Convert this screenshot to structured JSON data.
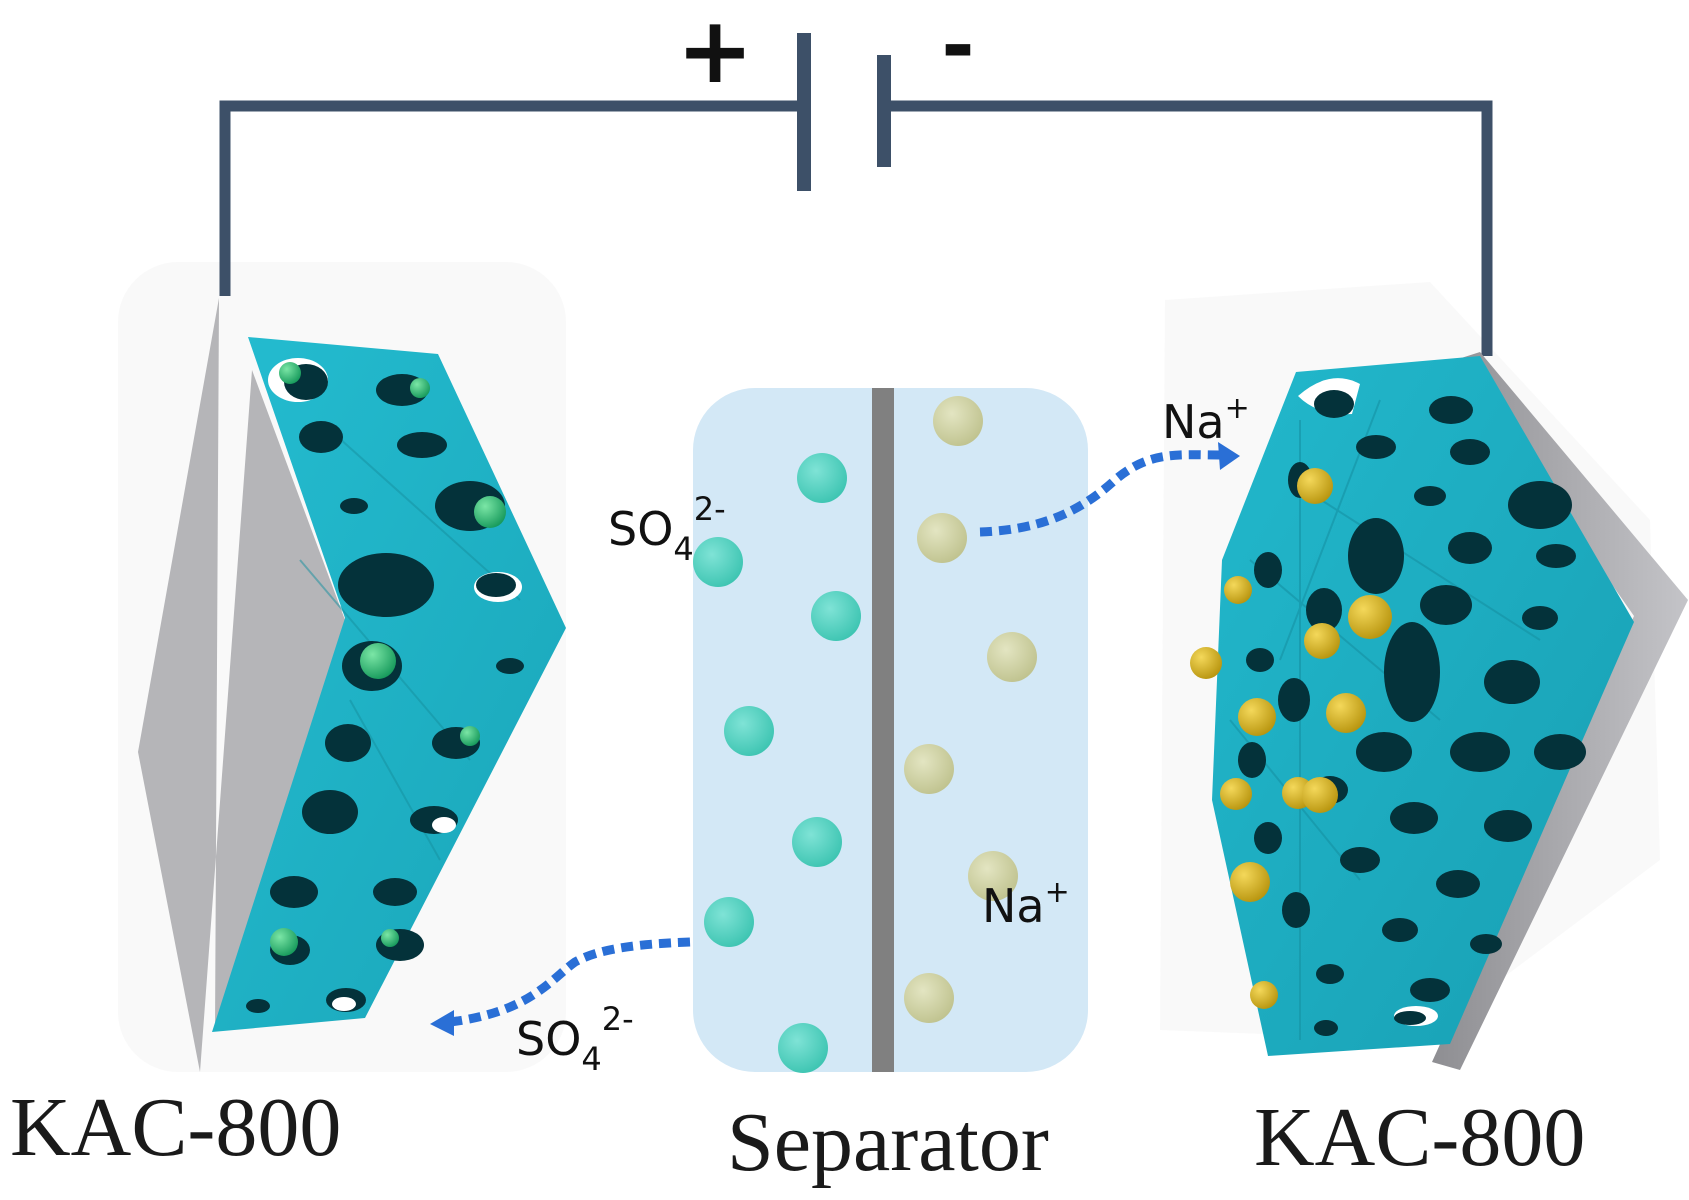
{
  "battery": {
    "positive_sign": "+",
    "negative_sign": "-"
  },
  "labels": {
    "so4_base": "SO",
    "so4_subscript": "4",
    "so4_superscript": "2-",
    "na_base": "Na",
    "na_superscript": "+"
  },
  "left_electrode": {
    "label": "KAC-800"
  },
  "right_electrode": {
    "label": "KAC-800"
  },
  "separator": {
    "label": "Separator"
  },
  "colors": {
    "wire": "#3d5068",
    "electrode_body": "#1fb3c6",
    "electrode_pore": "#04323a",
    "current_collector": "#b5b5b8",
    "sulfate_ion": "#4fcfbe",
    "sodium_ion_separator": "#cfd2a4",
    "sodium_ion_adsorbed": "#d7b21e",
    "separator_bg": "#d3e8f6",
    "separator_membrane": "#808080",
    "arrow": "#2a6fd6"
  }
}
